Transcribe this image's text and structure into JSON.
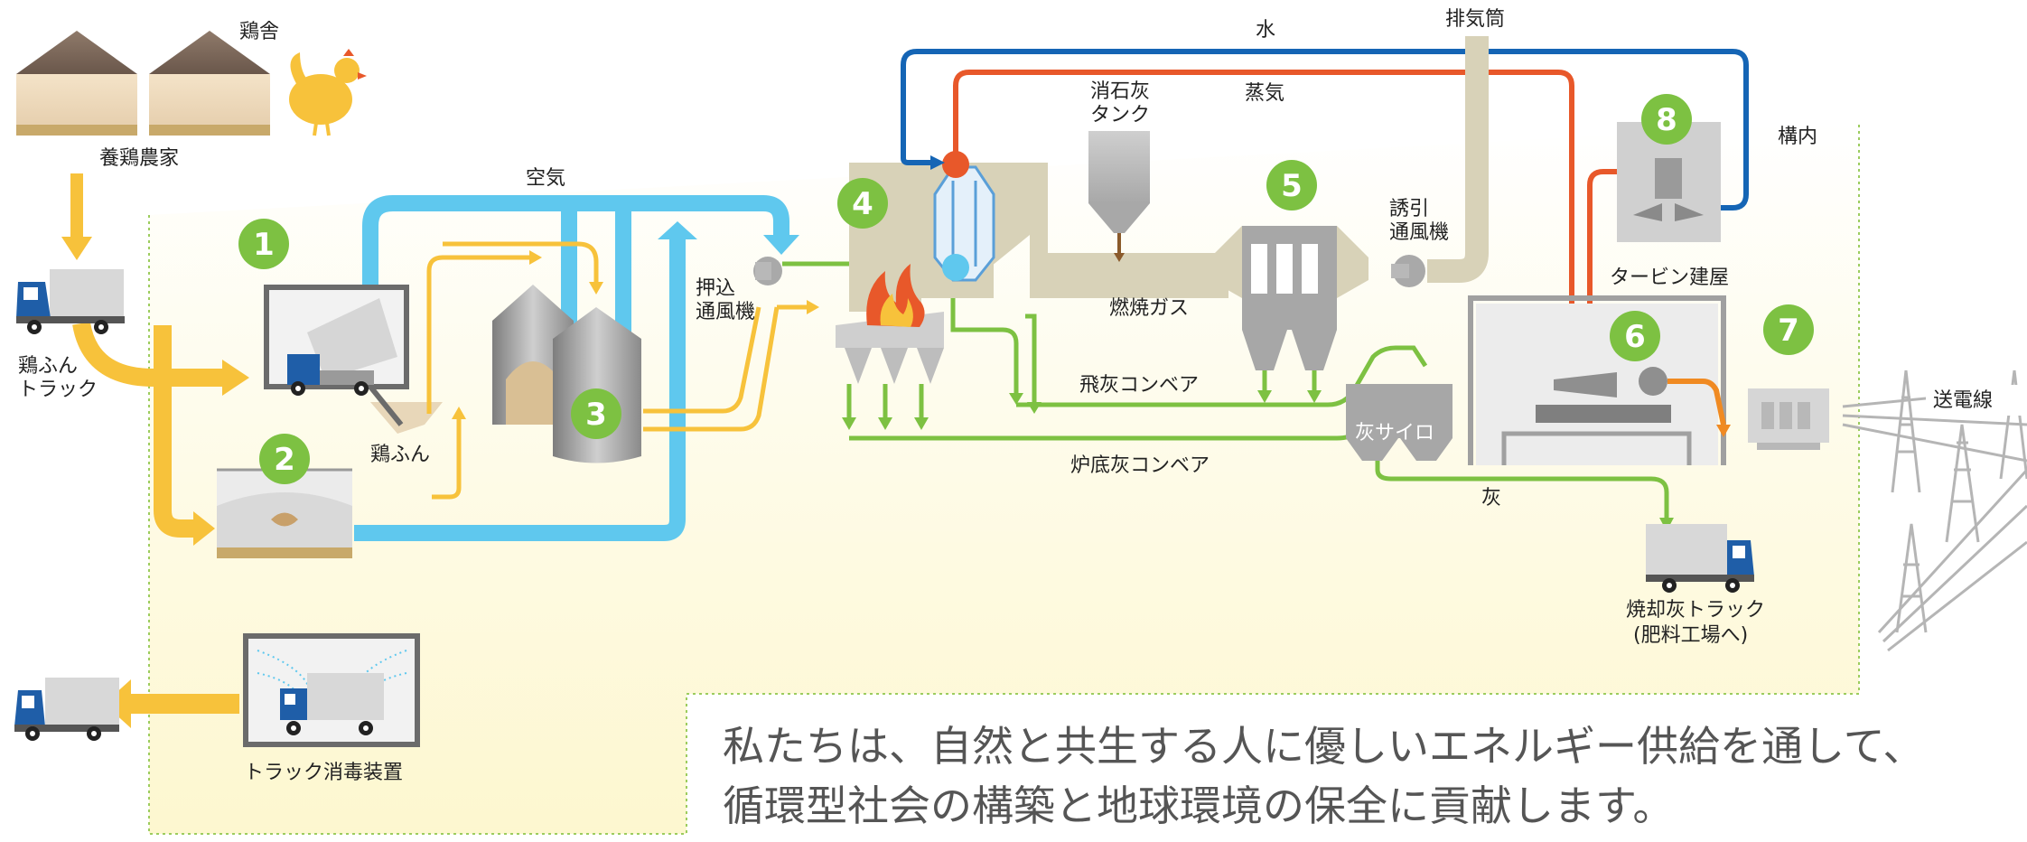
{
  "labels": {
    "coop": "鶏舎",
    "farm": "養鶏農家",
    "truck": "鶏ふん\nトラック",
    "air": "空気",
    "manure": "鶏ふん",
    "fan_push": "押込\n通風機",
    "lime": "消石灰\nタンク",
    "water": "水",
    "steam": "蒸気",
    "stack": "排気筒",
    "fan_induced": "誘引\n通風機",
    "gas": "燃焼ガス",
    "fly_conveyor": "飛灰コンベア",
    "bottom_conveyor": "炉底灰コンベア",
    "silo": "灰サイロ",
    "ash": "灰",
    "ash_truck": "焼却灰トラック\n(肥料工場へ)",
    "premises": "構内",
    "turbine_house": "タービン建屋",
    "power_line": "送電線",
    "disinfect": "トラック消毒装置"
  },
  "numbers": [
    "1",
    "2",
    "3",
    "4",
    "5",
    "6",
    "7",
    "8"
  ],
  "slogan": {
    "line1": "私たちは、自然と共生する人に優しいエネルギー供給を通して、",
    "line2": "循環型社会の構築と地球環境の保全に貢献します。"
  },
  "colors": {
    "yellow": "#f7c23b",
    "blue_air": "#5fc8ee",
    "blue_water": "#1565b5",
    "steam": "#e8582a",
    "green": "#7dc142",
    "gas": "#d8d2b8",
    "truck_blue": "#1f5ea8"
  }
}
